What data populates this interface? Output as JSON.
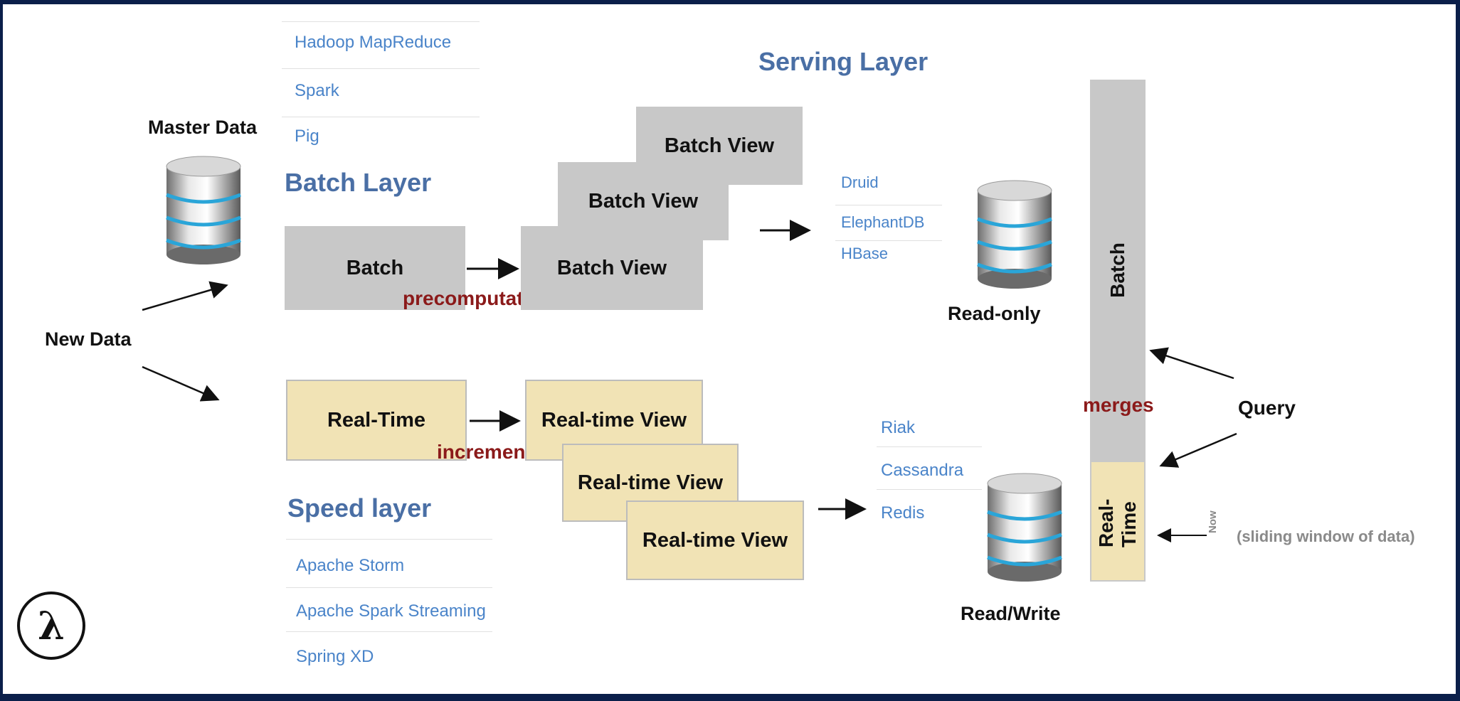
{
  "labels": {
    "master_data": "Master Data",
    "new_data": "New Data",
    "batch_layer": "Batch Layer",
    "speed_layer": "Speed layer",
    "serving_layer": "Serving Layer",
    "read_only": "Read-only",
    "read_write": "Read/Write",
    "query": "Query",
    "precomputations": "precomputations",
    "increments": "increments",
    "merges": "merges",
    "now": "Now",
    "sliding_window": "(sliding window of data)",
    "lambda": "λ"
  },
  "boxes": {
    "batch": "Batch",
    "realtime": "Real-Time",
    "batch_views": [
      "Batch View",
      "Batch View",
      "Batch View"
    ],
    "realtime_views": [
      "Real-time View",
      "Real-time View",
      "Real-time View"
    ],
    "merge_batch": "Batch",
    "merge_realtime": "Real-Time"
  },
  "tech": {
    "batch": [
      "Hadoop MapReduce",
      "Spark",
      "Pig"
    ],
    "speed": [
      "Apache Storm",
      "Apache Spark Streaming",
      "Spring XD"
    ],
    "serving_readonly": [
      "Druid",
      "ElephantDB",
      "HBase"
    ],
    "serving_readwrite": [
      "Riak",
      "Cassandra",
      "Redis"
    ]
  },
  "colors": {
    "frame": "#0b1f4a",
    "layer_title": "#4a6fa5",
    "tech_link": "#4a84c9",
    "batch_box": "#c8c8c8",
    "realtime_box": "#f1e3b5",
    "annotation": "#8b1a1a"
  }
}
